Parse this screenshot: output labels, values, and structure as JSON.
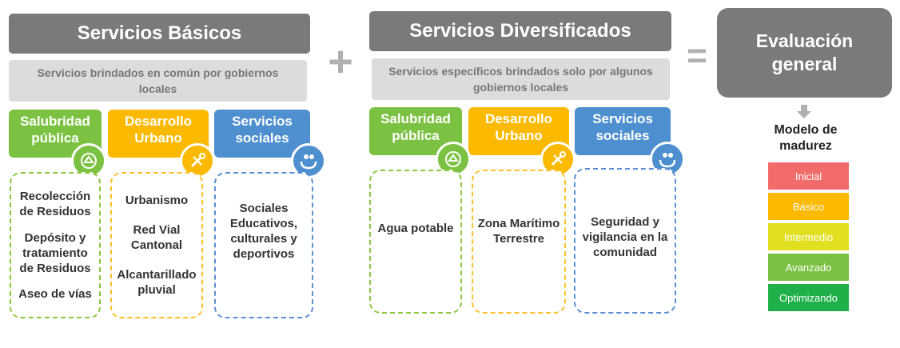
{
  "basic": {
    "title": "Servicios Básicos",
    "subtitle": "Servicios brindados en común por gobiernos locales",
    "categories": [
      {
        "label": "Salubridad pública",
        "items": [
          "Recolección de Residuos",
          "Depósito y tratamiento de Residuos",
          "Aseo de vías"
        ]
      },
      {
        "label": "Desarrollo Urbano",
        "items": [
          "Urbanismo",
          "Red Vial Cantonal",
          "Alcantarillado pluvial"
        ]
      },
      {
        "label": "Servicios sociales",
        "items": [
          "Sociales Educativos, culturales y deportivos"
        ]
      }
    ]
  },
  "operators": {
    "plus": "+",
    "equals": "="
  },
  "diversified": {
    "title": "Servicios Diversificados",
    "subtitle": "Servicios  específicos brindados solo por algunos gobiernos locales",
    "categories": [
      {
        "label": "Salubridad pública",
        "items": [
          "Agua potable"
        ]
      },
      {
        "label": "Desarrollo Urbano",
        "items": [
          "Zona Marítimo Terrestre"
        ]
      },
      {
        "label": "Servicios sociales",
        "items": [
          "Seguridad y vigilancia en la comunidad"
        ]
      }
    ]
  },
  "evaluation": {
    "title": "Evaluación general",
    "model_title": "Modelo de madurez",
    "levels": [
      {
        "label": "Inicial",
        "color": "#f26b6b"
      },
      {
        "label": "Básico",
        "color": "#fbb900"
      },
      {
        "label": "Intermedio",
        "color": "#e0e020"
      },
      {
        "label": "Avanzado",
        "color": "#7cc242"
      },
      {
        "label": "Optimizando",
        "color": "#1fb04a"
      }
    ]
  },
  "icons": {
    "health": "recycle-badge-icon",
    "urban": "tools-badge-icon",
    "social": "people-hands-badge-icon",
    "arrow": "arrow-down-icon"
  }
}
